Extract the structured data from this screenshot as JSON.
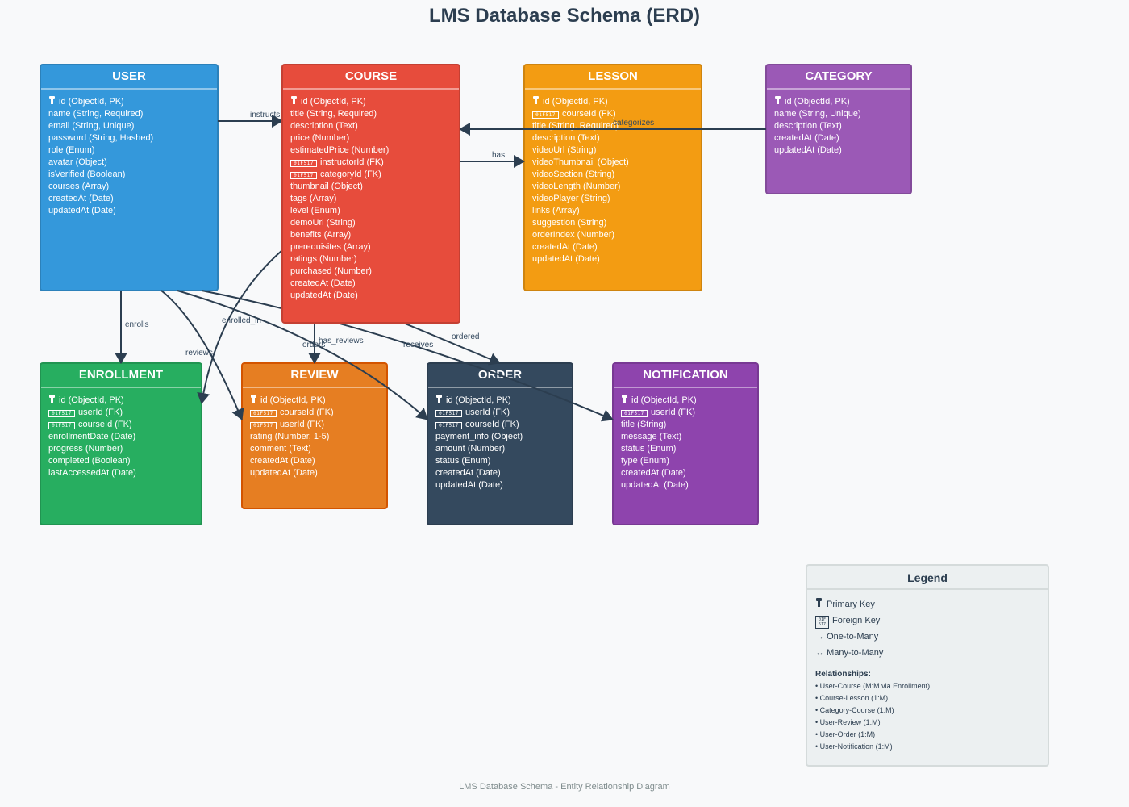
{
  "title": "LMS Database Schema (ERD)",
  "footer": "LMS Database Schema - Entity Relationship Diagram",
  "colors": {
    "user": "#3498db",
    "course": "#e74c3c",
    "lesson": "#f39c12",
    "category": "#9b59b6",
    "enrollment": "#27ae60",
    "review": "#e67e22",
    "order": "#34495e",
    "notification": "#8e44ad",
    "connector": "#2c3e50"
  },
  "fk_glyph": "01F517",
  "entities": {
    "user": {
      "name": "USER",
      "fields": [
        {
          "key": "pk",
          "text": "id (ObjectId, PK)"
        },
        {
          "key": "",
          "text": "name (String, Required)"
        },
        {
          "key": "",
          "text": "email (String, Unique)"
        },
        {
          "key": "",
          "text": "password (String, Hashed)"
        },
        {
          "key": "",
          "text": "role (Enum)"
        },
        {
          "key": "",
          "text": "avatar (Object)"
        },
        {
          "key": "",
          "text": "isVerified (Boolean)"
        },
        {
          "key": "",
          "text": "courses (Array)"
        },
        {
          "key": "",
          "text": "createdAt (Date)"
        },
        {
          "key": "",
          "text": "updatedAt (Date)"
        }
      ]
    },
    "course": {
      "name": "COURSE",
      "fields": [
        {
          "key": "pk",
          "text": "id (ObjectId, PK)"
        },
        {
          "key": "",
          "text": "title (String, Required)"
        },
        {
          "key": "",
          "text": "description (Text)"
        },
        {
          "key": "",
          "text": "price (Number)"
        },
        {
          "key": "",
          "text": "estimatedPrice (Number)"
        },
        {
          "key": "fk",
          "text": "instructorId (FK)"
        },
        {
          "key": "fk",
          "text": "categoryId (FK)"
        },
        {
          "key": "",
          "text": "thumbnail (Object)"
        },
        {
          "key": "",
          "text": "tags (Array)"
        },
        {
          "key": "",
          "text": "level (Enum)"
        },
        {
          "key": "",
          "text": "demoUrl (String)"
        },
        {
          "key": "",
          "text": "benefits (Array)"
        },
        {
          "key": "",
          "text": "prerequisites (Array)"
        },
        {
          "key": "",
          "text": "ratings (Number)"
        },
        {
          "key": "",
          "text": "purchased (Number)"
        },
        {
          "key": "",
          "text": "createdAt (Date)"
        },
        {
          "key": "",
          "text": "updatedAt (Date)"
        }
      ]
    },
    "lesson": {
      "name": "LESSON",
      "fields": [
        {
          "key": "pk",
          "text": "id (ObjectId, PK)"
        },
        {
          "key": "fk",
          "text": "courseId (FK)"
        },
        {
          "key": "",
          "text": "title (String, Required)"
        },
        {
          "key": "",
          "text": "description (Text)"
        },
        {
          "key": "",
          "text": "videoUrl (String)"
        },
        {
          "key": "",
          "text": "videoThumbnail (Object)"
        },
        {
          "key": "",
          "text": "videoSection (String)"
        },
        {
          "key": "",
          "text": "videoLength (Number)"
        },
        {
          "key": "",
          "text": "videoPlayer (String)"
        },
        {
          "key": "",
          "text": "links (Array)"
        },
        {
          "key": "",
          "text": "suggestion (String)"
        },
        {
          "key": "",
          "text": "orderIndex (Number)"
        },
        {
          "key": "",
          "text": "createdAt (Date)"
        },
        {
          "key": "",
          "text": "updatedAt (Date)"
        }
      ]
    },
    "category": {
      "name": "CATEGORY",
      "fields": [
        {
          "key": "pk",
          "text": "id (ObjectId, PK)"
        },
        {
          "key": "",
          "text": "name (String, Unique)"
        },
        {
          "key": "",
          "text": "description (Text)"
        },
        {
          "key": "",
          "text": "createdAt (Date)"
        },
        {
          "key": "",
          "text": "updatedAt (Date)"
        }
      ]
    },
    "enrollment": {
      "name": "ENROLLMENT",
      "fields": [
        {
          "key": "pk",
          "text": "id (ObjectId, PK)"
        },
        {
          "key": "fk",
          "text": "userId (FK)"
        },
        {
          "key": "fk",
          "text": "courseId (FK)"
        },
        {
          "key": "",
          "text": "enrollmentDate (Date)"
        },
        {
          "key": "",
          "text": "progress (Number)"
        },
        {
          "key": "",
          "text": "completed (Boolean)"
        },
        {
          "key": "",
          "text": "lastAccessedAt (Date)"
        }
      ]
    },
    "review": {
      "name": "REVIEW",
      "fields": [
        {
          "key": "pk",
          "text": "id (ObjectId, PK)"
        },
        {
          "key": "fk",
          "text": "courseId (FK)"
        },
        {
          "key": "fk",
          "text": "userId (FK)"
        },
        {
          "key": "",
          "text": "rating (Number, 1-5)"
        },
        {
          "key": "",
          "text": "comment (Text)"
        },
        {
          "key": "",
          "text": "createdAt (Date)"
        },
        {
          "key": "",
          "text": "updatedAt (Date)"
        }
      ]
    },
    "order": {
      "name": "ORDER",
      "fields": [
        {
          "key": "pk",
          "text": "id (ObjectId, PK)"
        },
        {
          "key": "fk",
          "text": "userId (FK)"
        },
        {
          "key": "fk",
          "text": "courseId (FK)"
        },
        {
          "key": "",
          "text": "payment_info (Object)"
        },
        {
          "key": "",
          "text": "amount (Number)"
        },
        {
          "key": "",
          "text": "status (Enum)"
        },
        {
          "key": "",
          "text": "createdAt (Date)"
        },
        {
          "key": "",
          "text": "updatedAt (Date)"
        }
      ]
    },
    "notification": {
      "name": "NOTIFICATION",
      "fields": [
        {
          "key": "pk",
          "text": "id (ObjectId, PK)"
        },
        {
          "key": "fk",
          "text": "userId (FK)"
        },
        {
          "key": "",
          "text": "title (String)"
        },
        {
          "key": "",
          "text": "message (Text)"
        },
        {
          "key": "",
          "text": "status (Enum)"
        },
        {
          "key": "",
          "text": "type (Enum)"
        },
        {
          "key": "",
          "text": "createdAt (Date)"
        },
        {
          "key": "",
          "text": "updatedAt (Date)"
        }
      ]
    }
  },
  "relationships": [
    {
      "from": "user",
      "to": "course",
      "label": "instructs"
    },
    {
      "from": "category",
      "to": "course",
      "label": "categorizes"
    },
    {
      "from": "course",
      "to": "lesson",
      "label": "has"
    },
    {
      "from": "user",
      "to": "enrollment",
      "label": "enrolls"
    },
    {
      "from": "course",
      "to": "enrollment",
      "label": "enrolled_in"
    },
    {
      "from": "user",
      "to": "review",
      "label": "reviews"
    },
    {
      "from": "course",
      "to": "review",
      "label": "has_reviews"
    },
    {
      "from": "user",
      "to": "order",
      "label": "orders"
    },
    {
      "from": "course",
      "to": "order",
      "label": "ordered"
    },
    {
      "from": "user",
      "to": "notification",
      "label": "receives"
    }
  ],
  "legend": {
    "title": "Legend",
    "items": [
      {
        "icon": "pk",
        "label": "Primary Key"
      },
      {
        "icon": "fk",
        "label": "Foreign Key"
      },
      {
        "icon": "arrow-right",
        "symbol": "→",
        "label": "One-to-Many"
      },
      {
        "icon": "arrow-both",
        "symbol": "↔",
        "label": "Many-to-Many"
      }
    ],
    "relationships_title": "Relationships:",
    "relationships": [
      "• User-Course (M:M via Enrollment)",
      "• Course-Lesson (1:M)",
      "• Category-Course (1:M)",
      "• User-Review (1:M)",
      "• User-Order (1:M)",
      "• User-Notification (1:M)"
    ]
  }
}
